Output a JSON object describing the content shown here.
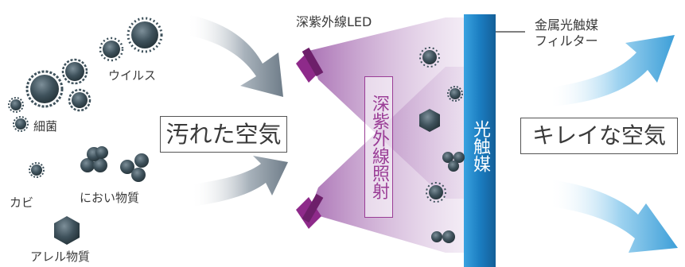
{
  "labels": {
    "virus": "ウイルス",
    "bacteria": "細菌",
    "mold": "カビ",
    "odor": "におい物質",
    "allergen": "アレル物質",
    "dirty_air": "汚れた空気",
    "clean_air": "キレイな空気",
    "uv_led": "深紫外線LED",
    "uv_irradiation": "深紫外線照射",
    "filter_line1": "金属光触媒",
    "filter_line2": "フィルター",
    "photocatalyst": "光触媒"
  },
  "colors": {
    "led": "#8e2a8a",
    "uv_beam": "#b07ab8",
    "filter": "#1b7dc1",
    "arrow_gray": "#8a96a2",
    "arrow_blue": "#5aaedd",
    "particle": "#3d4f5a",
    "text": "#3a3a3a"
  }
}
